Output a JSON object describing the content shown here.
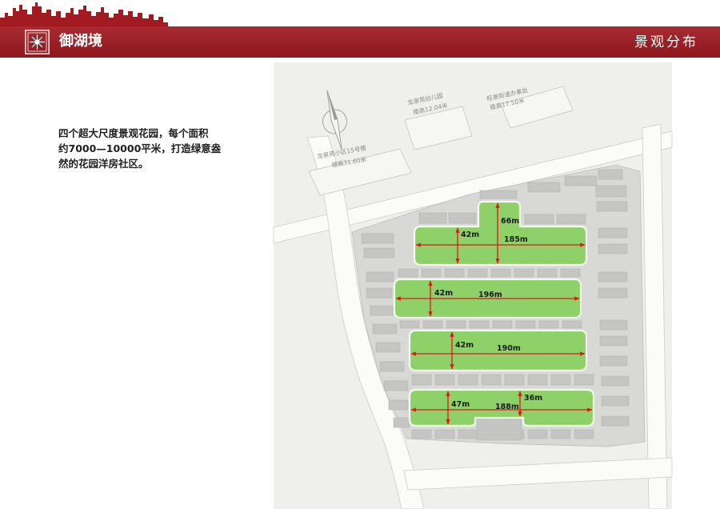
{
  "header": {
    "brand": "御湖境",
    "section_title": "景观分布"
  },
  "intro": {
    "lines": [
      "四个超大尺度景观花园，每个面积",
      "约7000—10000平米，打造绿意盎",
      "然的花园洋房社区。"
    ]
  },
  "site_map": {
    "neighbor_labels": [
      {
        "name": "龙泉苑幼儿园",
        "height": "楼高12.04米"
      },
      {
        "name": "旺泉街道办事处",
        "height": "楼高17.50米"
      },
      {
        "name": "龙泉苑小区15号楼",
        "height": "楼高31.60米"
      }
    ],
    "gardens": [
      {
        "length": "185m",
        "depths": [
          "66m",
          "42m"
        ]
      },
      {
        "length": "196m",
        "depths": [
          "42m"
        ]
      },
      {
        "length": "190m",
        "depths": [
          "42m"
        ]
      },
      {
        "length": "188m",
        "depths": [
          "47m",
          "36m"
        ]
      }
    ]
  },
  "colors": {
    "brand_red": "#a11b21",
    "garden_green": "#8fd169",
    "dimension_red": "#e0151c"
  },
  "icons": {
    "logo": "brand-logo-icon",
    "north_arrow": "north-arrow-icon"
  }
}
